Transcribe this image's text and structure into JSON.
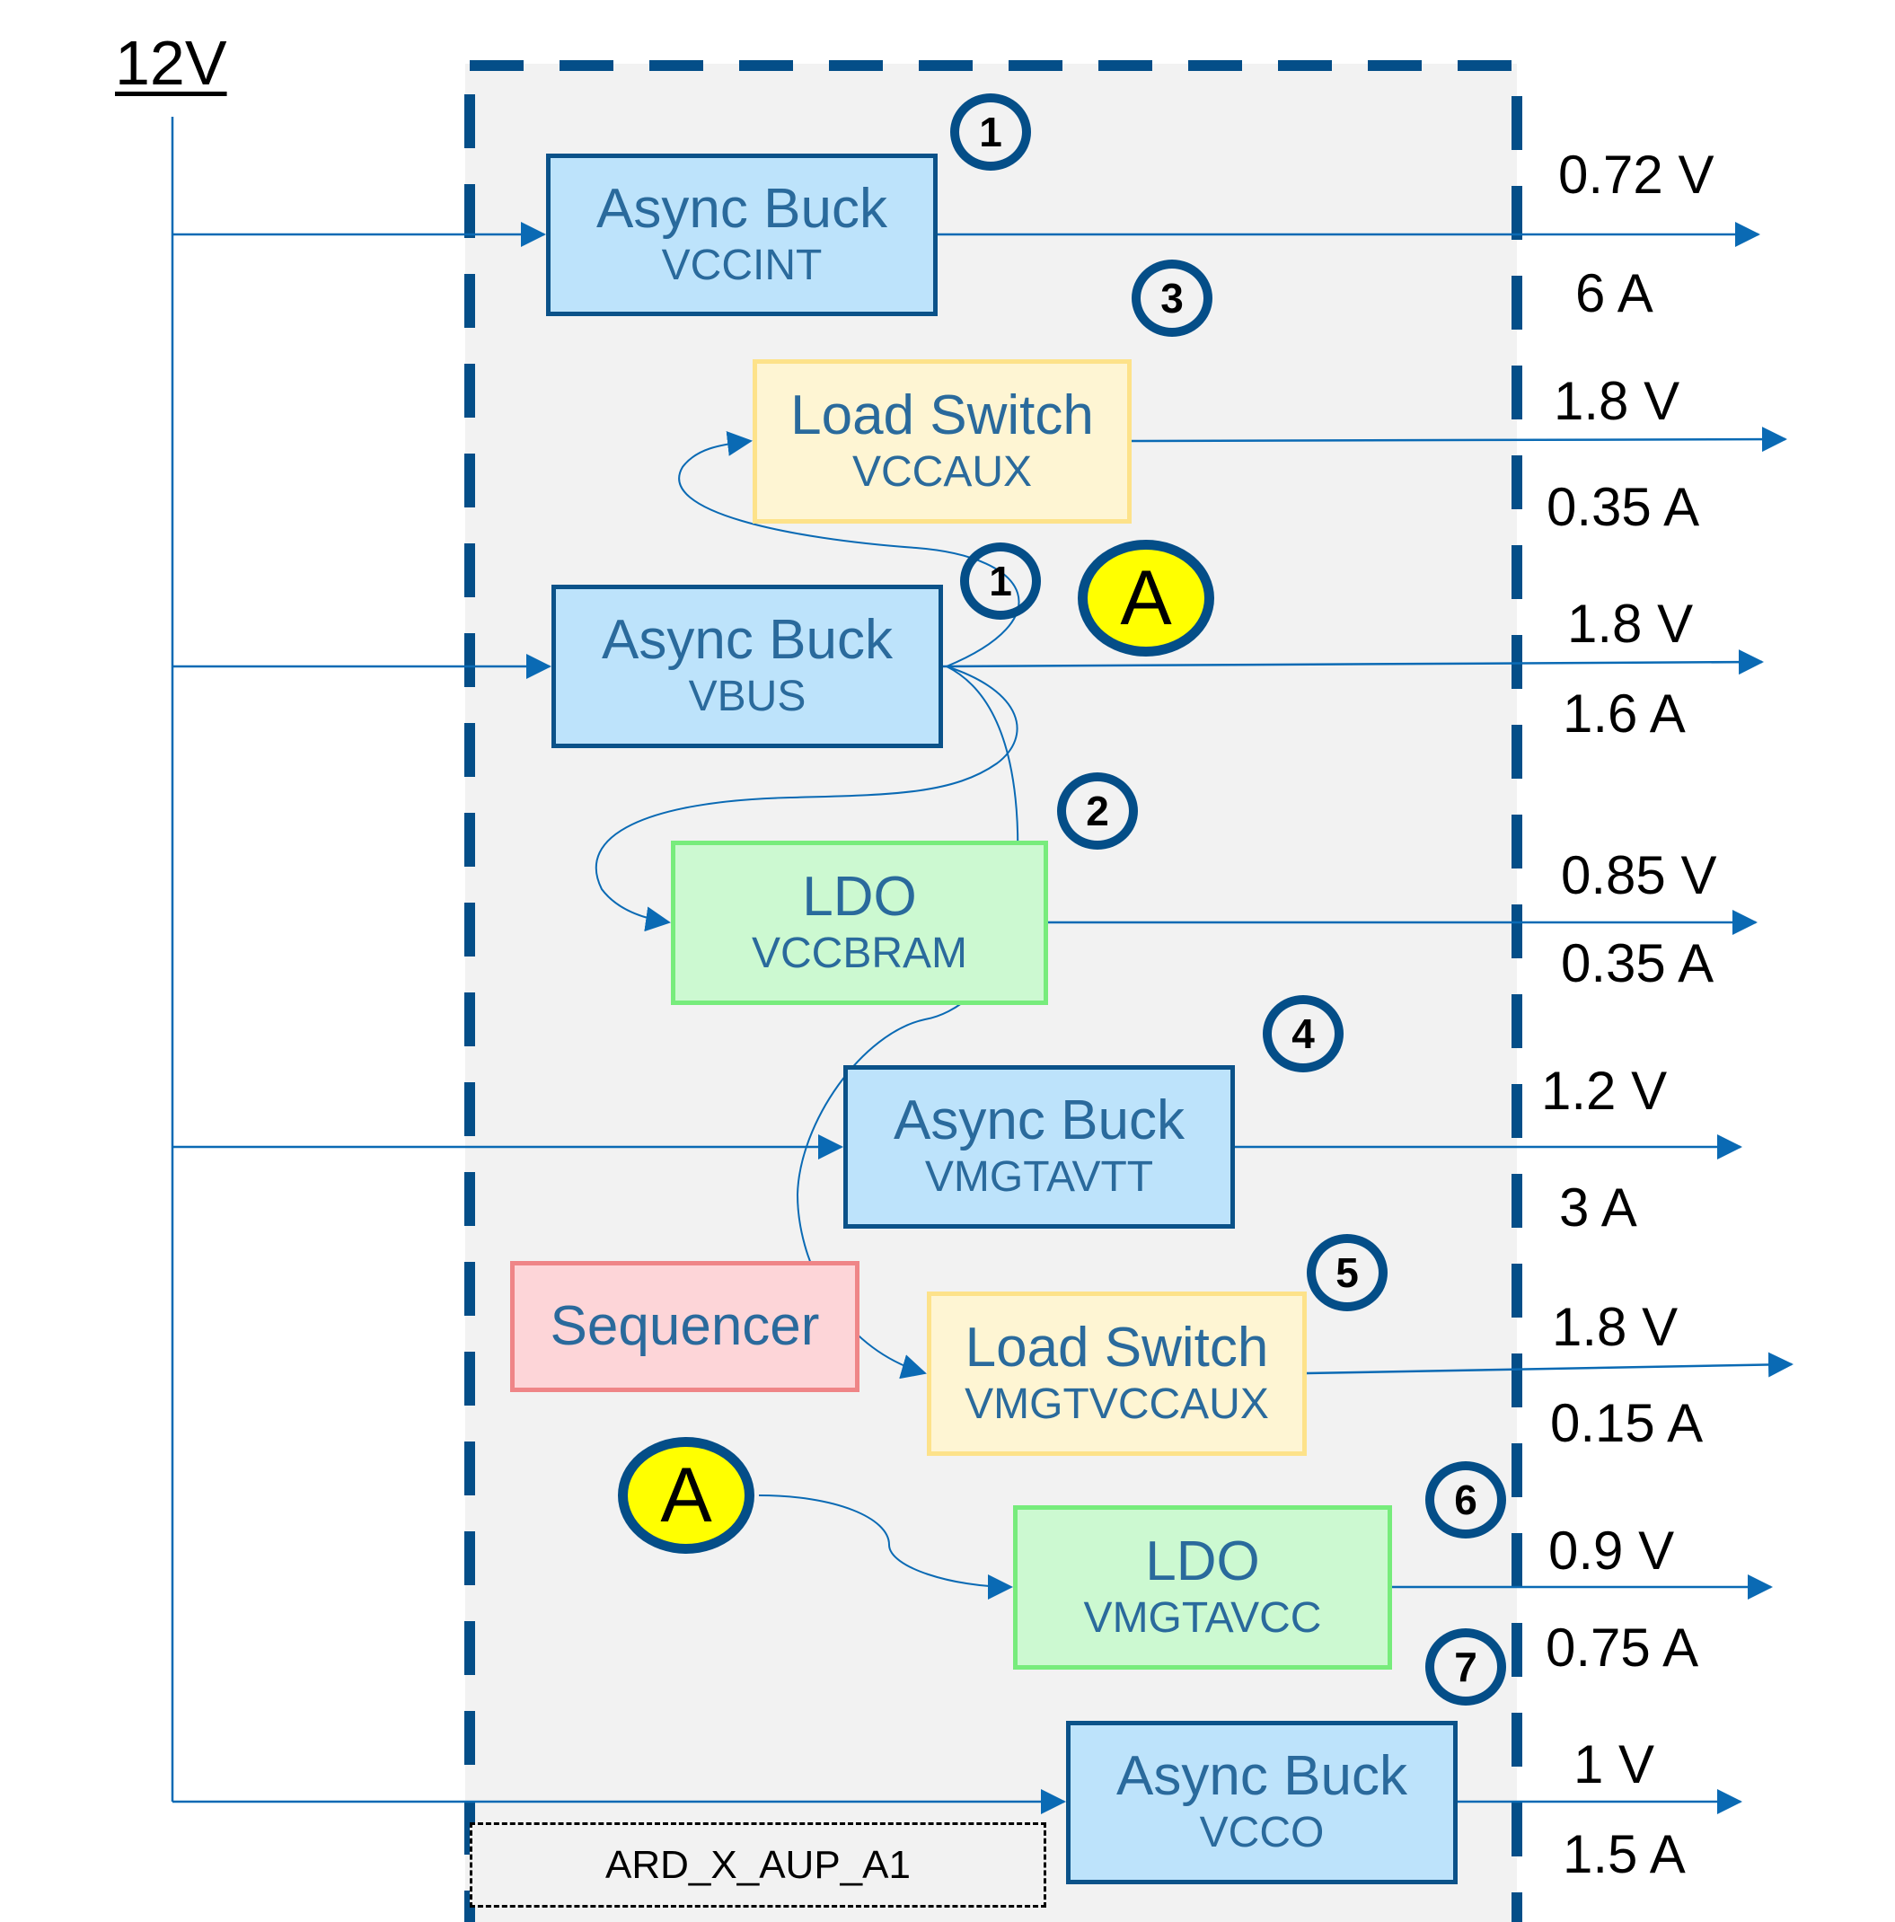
{
  "supply": {
    "label": "12V"
  },
  "board": {
    "name": "ARD_X_AUP_A1"
  },
  "blocks": [
    {
      "id": "vccint",
      "type": "Async Buck",
      "rail": "VCCINT"
    },
    {
      "id": "vccaux",
      "type": "Load Switch",
      "rail": "VCCAUX"
    },
    {
      "id": "vbus",
      "type": "Async Buck",
      "rail": "VBUS"
    },
    {
      "id": "vccbram",
      "type": "LDO",
      "rail": "VCCBRAM"
    },
    {
      "id": "vmgtavtt",
      "type": "Async Buck",
      "rail": "VMGTAVTT"
    },
    {
      "id": "sequencer",
      "type": "Sequencer",
      "rail": ""
    },
    {
      "id": "vmgtvccaux",
      "type": "Load Switch",
      "rail": "VMGTVCCAUX"
    },
    {
      "id": "vmgtavcc",
      "type": "LDO",
      "rail": "VMGTAVCC"
    },
    {
      "id": "vcco",
      "type": "Async Buck",
      "rail": "VCCO"
    }
  ],
  "outputs": [
    {
      "rail": "VCCINT",
      "voltage": "0.72 V",
      "current": "6 A"
    },
    {
      "rail": "VCCAUX",
      "voltage": "1.8 V",
      "current": "0.35 A"
    },
    {
      "rail": "VBUS",
      "voltage": "1.8 V",
      "current": "1.6 A"
    },
    {
      "rail": "VCCBRAM",
      "voltage": "0.85 V",
      "current": "0.35 A"
    },
    {
      "rail": "VMGTAVTT",
      "voltage": "1.2 V",
      "current": "3 A"
    },
    {
      "rail": "VMGTVCCAUX",
      "voltage": "1.8 V",
      "current": "0.15 A"
    },
    {
      "rail": "VMGTAVCC",
      "voltage": "0.9 V",
      "current": "0.75 A"
    },
    {
      "rail": "VCCO",
      "voltage": "1 V",
      "current": "1.5 A"
    }
  ],
  "sequence_badges": [
    "1",
    "3",
    "1",
    "2",
    "4",
    "5",
    "6",
    "7"
  ],
  "connector_badges": [
    "A",
    "A"
  ],
  "colors": {
    "buck_fill": "#bde3fb",
    "buck_border": "#0b5289",
    "load_switch_fill": "#fef5d3",
    "load_switch_border": "#fde28a",
    "ldo_fill": "#ccf9d1",
    "ldo_border": "#77ec7c",
    "sequencer_fill": "#fdd5d8",
    "sequencer_border": "#ef8587",
    "wire": "#0a6ab4",
    "board_border": "#044e88",
    "connector_fill": "#ffff00"
  }
}
